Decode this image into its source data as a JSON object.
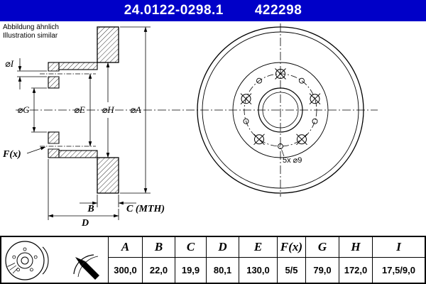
{
  "colors": {
    "header_bg": "#0000c8",
    "line": "#000000"
  },
  "header": {
    "part_number": "24.0122-0298.1",
    "reference_number": "422298"
  },
  "notes": {
    "line1": "Abbildung ähnlich",
    "line2": "Illustration similar"
  },
  "drawing": {
    "dimension_labels": {
      "dia_i": "⌀I",
      "dia_g": "⌀G",
      "dia_e": "⌀E",
      "dia_h": "⌀H",
      "dia_a": "⌀A",
      "f": "F(x)",
      "b": "B",
      "c": "C (MTH)",
      "d": "D"
    },
    "front_view": {
      "holes_note": "5x ⌀9"
    }
  },
  "table": {
    "columns": [
      "A",
      "B",
      "C",
      "D",
      "E",
      "F(x)",
      "G",
      "H",
      "I"
    ],
    "values": [
      "300,0",
      "22,0",
      "19,9",
      "80,1",
      "130,0",
      "5/5",
      "79,0",
      "172,0",
      "17,5/9,0"
    ]
  }
}
